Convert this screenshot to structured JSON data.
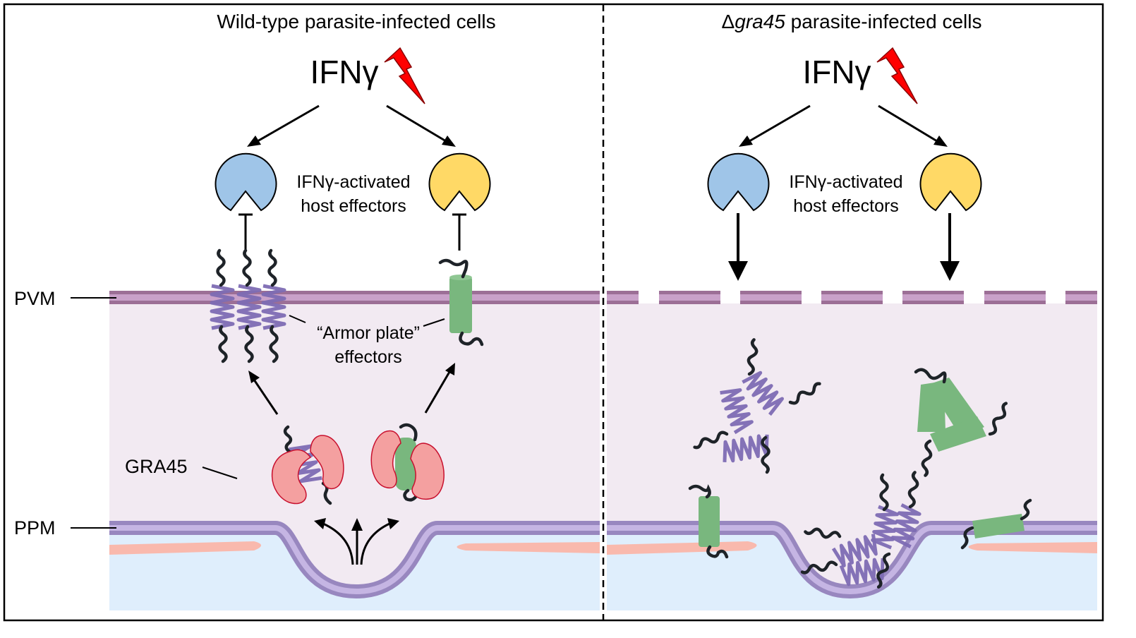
{
  "left_panel": {
    "title": "Wild-type parasite-infected cells",
    "stimulus": "IFNγ",
    "effector_label_line1": "IFNγ-activated",
    "effector_label_line2": "host effectors",
    "armor_label_line1": "“Armor plate”",
    "armor_label_line2": "effectors",
    "gra45_label": "GRA45"
  },
  "right_panel": {
    "title_prefix": "Δ",
    "title_italic": "gra45",
    "title_suffix": " parasite-infected cells",
    "stimulus": "IFNγ",
    "effector_label_line1": "IFNγ-activated",
    "effector_label_line2": "host effectors"
  },
  "labels": {
    "pvm": "PVM",
    "ppm": "PPM"
  },
  "colors": {
    "pvm_dark": "#9c6f96",
    "pvm_light": "#c9a1c9",
    "ppm_dark": "#9887bf",
    "ppm_light": "#c5b5e3",
    "vacuole": "#f2eaf2",
    "parasite": "#dfeefc",
    "streak": "#f9b9ad",
    "effector_blue": "#9fc5e8",
    "effector_yellow": "#ffd966",
    "gra45": "#f4a0a0",
    "helix": "#7d6cb3",
    "cylinder": "#79b77e",
    "lightning": "#ff0000"
  }
}
